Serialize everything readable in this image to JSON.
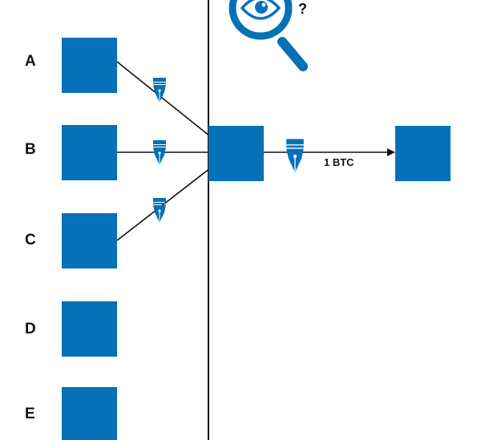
{
  "diagram": {
    "inputs": [
      {
        "label": "A"
      },
      {
        "label": "B"
      },
      {
        "label": "C"
      },
      {
        "label": "D"
      },
      {
        "label": "E"
      }
    ],
    "signed_inputs": [
      "A",
      "B",
      "C"
    ],
    "output_amount": "1 BTC",
    "observer_mark": "?",
    "colors": {
      "box": "#0571b7",
      "line": "#111111",
      "text": "#111111",
      "background": "#ffffff"
    },
    "icons": [
      "pen-nib-icon",
      "magnifier-eye-icon",
      "arrow-icon"
    ]
  }
}
